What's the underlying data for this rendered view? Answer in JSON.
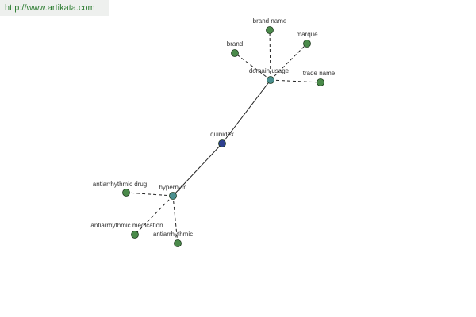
{
  "banner": {
    "url": "http://www.artikata.com"
  },
  "colors": {
    "center": "#2e3f8f",
    "hub": "#4a8f8f",
    "leaf": "#4a8a4a"
  },
  "graph": {
    "center": {
      "id": "quinidex",
      "label": "quinidex"
    },
    "hubs": [
      {
        "id": "domain-usage",
        "label": "domain usage",
        "leaves": [
          {
            "id": "brand-name",
            "label": "brand name"
          },
          {
            "id": "brand",
            "label": "brand"
          },
          {
            "id": "marque",
            "label": "marque"
          },
          {
            "id": "trade-name",
            "label": "trade name"
          }
        ]
      },
      {
        "id": "hypernym",
        "label": "hypernym",
        "leaves": [
          {
            "id": "antiarrhythmic-drug",
            "label": "antiarrhythmic drug"
          },
          {
            "id": "antiarrhythmic-medication",
            "label": "antiarrhythmic medication"
          },
          {
            "id": "antiarrhythmic",
            "label": "antiarrhythmic"
          }
        ]
      }
    ]
  }
}
